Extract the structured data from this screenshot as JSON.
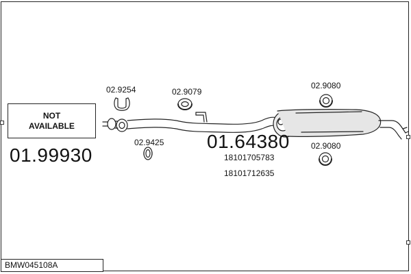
{
  "not_available_box": {
    "text": "NOT\nAVAILABLE"
  },
  "front_part": {
    "code": "01.99930"
  },
  "main_part": {
    "code": "01.64380",
    "oem_numbers": [
      "18101705783",
      "18101712635"
    ]
  },
  "fittings": [
    {
      "code": "02.9254"
    },
    {
      "code": "02.9079"
    },
    {
      "code": "02.9425"
    },
    {
      "code": "02.9080"
    },
    {
      "code": "02.9080"
    }
  ],
  "model_code": "BMW045108A",
  "colors": {
    "line": "#222222",
    "muffler_fill": "#e6e6e6",
    "background": "#ffffff"
  }
}
